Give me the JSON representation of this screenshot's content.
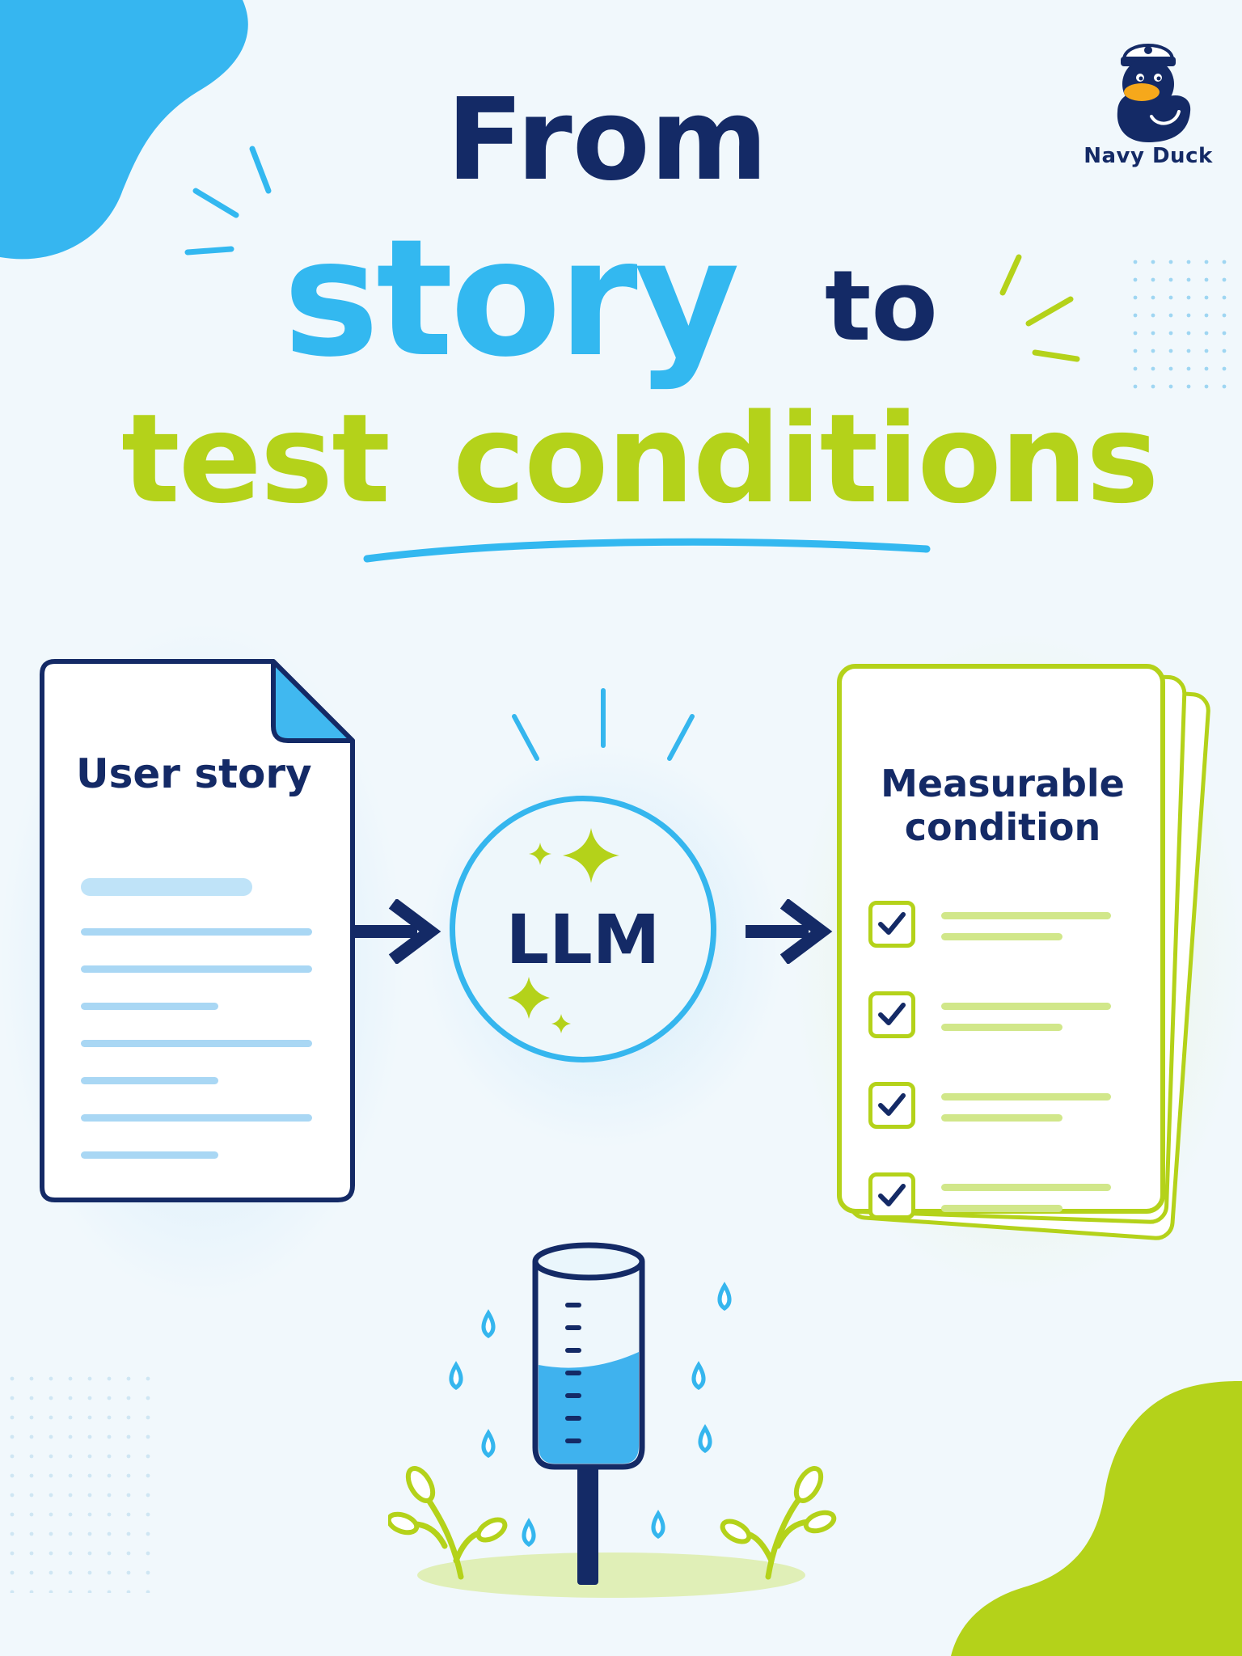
{
  "brand": {
    "name": "Navy Duck",
    "logo_icon": "navy-duck-logo-icon"
  },
  "title": {
    "line1": "From",
    "highlight": "story",
    "line2_rest": "to",
    "line3_word1": "test",
    "line3_word2": "conditions"
  },
  "diagram": {
    "input": {
      "label": "User story",
      "icon": "document-icon"
    },
    "processor": {
      "label": "LLM",
      "icon": "sparkle-icon"
    },
    "output": {
      "label": "Measurable condition",
      "icon": "checklist-icon",
      "checked_items": 4
    }
  },
  "illustration": {
    "icon": "rain-gauge-icon"
  },
  "colors": {
    "navy": "#142a66",
    "sky_blue": "#33b8f0",
    "lime": "#b4d21a",
    "background": "#f1f8fc"
  }
}
